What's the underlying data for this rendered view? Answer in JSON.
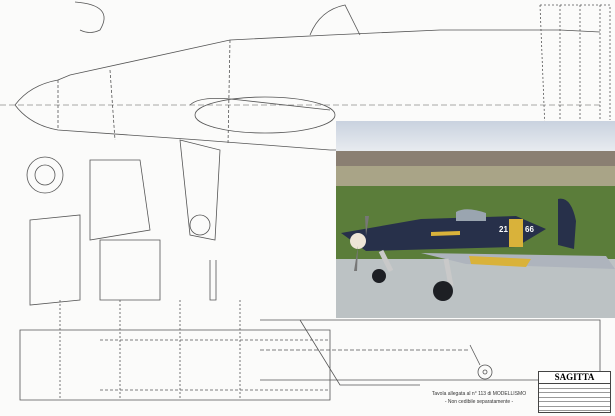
{
  "drawing": {
    "title_block": {
      "title": "SAGITTA"
    },
    "caption": {
      "line1": "Tavola allegata al n° 113 di MODELLISMO",
      "line2": "- Non cedibile separatamente -"
    }
  },
  "photo": {
    "markings": {
      "left": "21",
      "right": "66"
    },
    "colors": {
      "fuselage": "#27304a",
      "band": "#d9b23a",
      "grass": "#5b7d3a",
      "sky": "#d9dee6"
    }
  }
}
